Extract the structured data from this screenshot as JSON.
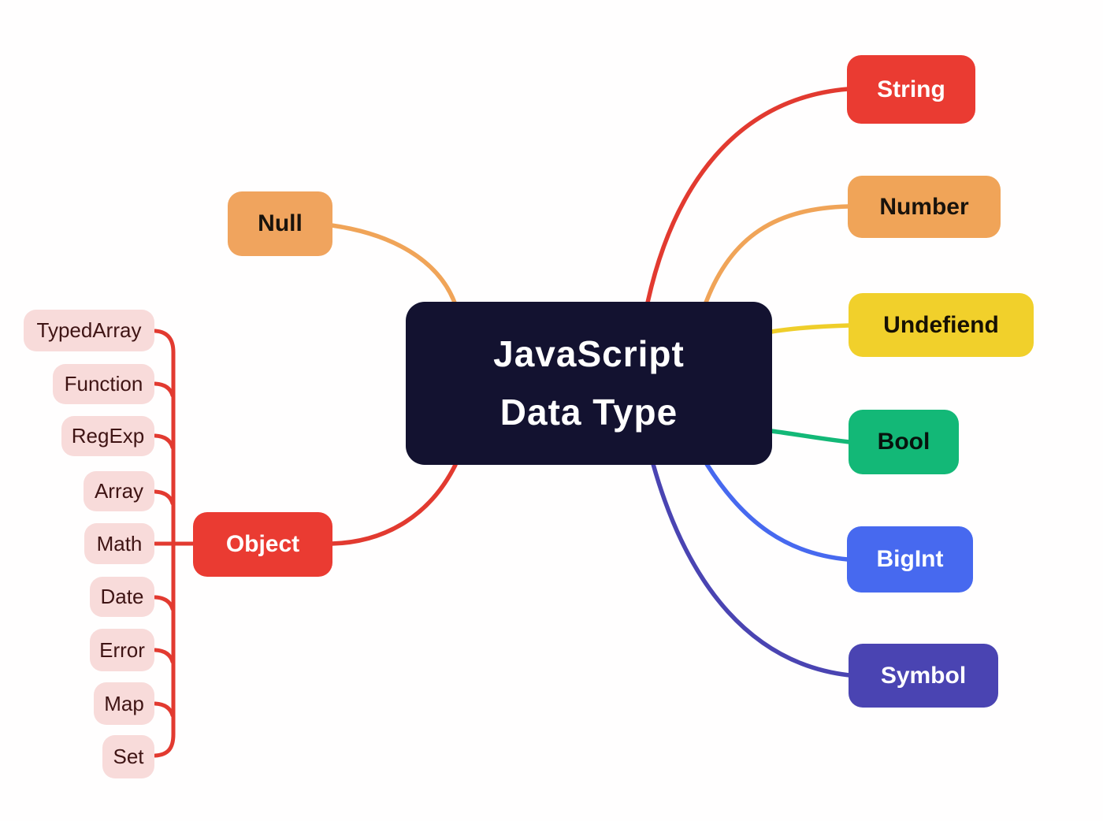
{
  "center": {
    "line1": "JavaScript",
    "line2": "Data Type",
    "bg_color": "#131230",
    "text_color": "#ffffff"
  },
  "right_nodes": [
    {
      "label": "String",
      "color": "#ea3b32",
      "text_color": "#ffffff"
    },
    {
      "label": "Number",
      "color": "#f0a458",
      "text_color": "#19130c"
    },
    {
      "label": "Undefiend",
      "color": "#f1d02b",
      "text_color": "#171104"
    },
    {
      "label": "Bool",
      "color": "#13b877",
      "text_color": "#07130d"
    },
    {
      "label": "BigInt",
      "color": "#4769ef",
      "text_color": "#ffffff"
    },
    {
      "label": "Symbol",
      "color": "#4a44b2",
      "text_color": "#ffffff"
    }
  ],
  "left_nodes": [
    {
      "label": "Null",
      "color": "#f0a45e",
      "text_color": "#1d1409"
    },
    {
      "label": "Object",
      "color": "#ea3b32",
      "text_color": "#ffffff"
    }
  ],
  "object_children": [
    {
      "label": "TypedArray"
    },
    {
      "label": "Function"
    },
    {
      "label": "RegExp"
    },
    {
      "label": "Array"
    },
    {
      "label": "Math"
    },
    {
      "label": "Date"
    },
    {
      "label": "Error"
    },
    {
      "label": "Map"
    },
    {
      "label": "Set"
    }
  ],
  "child_style": {
    "bg_color": "#f8dbda",
    "text_color": "#3f1414",
    "branch_line_color": "#e23a30"
  },
  "connector_colors": {
    "string": "#e23a30",
    "number": "#f0a458",
    "undefiend": "#efce2a",
    "bool": "#13b877",
    "bigint": "#4769ef",
    "symbol": "#4a44b2",
    "null": "#f0a458",
    "object": "#e23a30"
  }
}
